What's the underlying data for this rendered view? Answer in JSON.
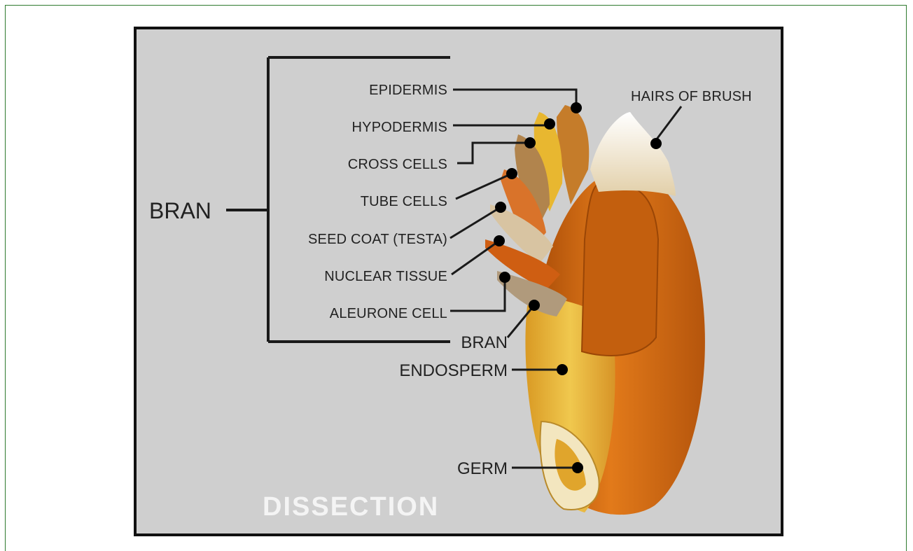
{
  "diagram": {
    "title": "DISSECTION",
    "bran_group_label": "BRAN",
    "layer_labels": {
      "epidermis": "EPIDERMIS",
      "hypodermis": "HYPODERMIS",
      "cross_cells": "CROSS CELLS",
      "tube_cells": "TUBE CELLS",
      "seed_coat": "SEED COAT (TESTA)",
      "nuclear_tissue": "NUCLEAR TISSUE",
      "aleurone_cell": "ALEURONE CELL"
    },
    "hairs_of_brush": "HAIRS OF BRUSH",
    "bran": "BRAN",
    "endosperm": "ENDOSPERM",
    "germ": "GERM"
  },
  "colors": {
    "panel_background": "#cfcfcf",
    "panel_border": "#111111",
    "frame_border": "#2f7a2f",
    "kernel_orange": "#c8620f",
    "endosperm_yellow": "#e9b83a",
    "brush_hair": "#f1e7d2"
  }
}
